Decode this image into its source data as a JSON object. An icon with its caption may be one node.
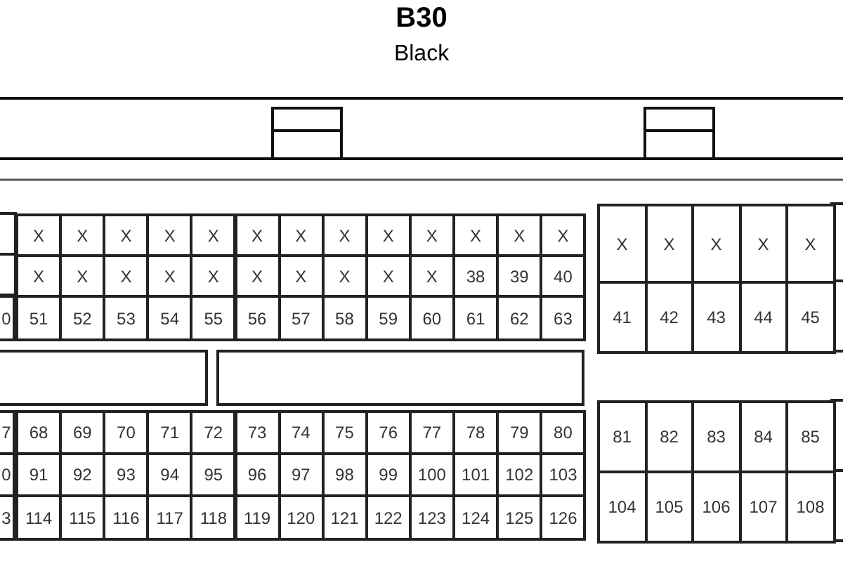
{
  "diagram": {
    "title": "B30",
    "labels": [
      "Black",
      "X",
      "X",
      "X",
      "X",
      "X",
      "X",
      "X",
      "X",
      "X",
      "X",
      "X",
      "X",
      "X",
      "X",
      "X",
      "X",
      "X",
      "X",
      "X",
      "X",
      "X",
      "X",
      "X",
      "38",
      "39",
      "40",
      "0",
      "51",
      "52",
      "53",
      "54",
      "55",
      "56",
      "57",
      "58",
      "59",
      "60",
      "61",
      "62",
      "63",
      "7",
      "68",
      "69",
      "70",
      "71",
      "72",
      "73",
      "74",
      "75",
      "76",
      "77",
      "78",
      "79",
      "80",
      "0",
      "91",
      "92",
      "93",
      "94",
      "95",
      "96",
      "97",
      "98",
      "99",
      "100",
      "101",
      "102",
      "103",
      "3",
      "114",
      "115",
      "116",
      "117",
      "118",
      "119",
      "120",
      "121",
      "122",
      "123",
      "124",
      "125",
      "126",
      "X",
      "X",
      "X",
      "X",
      "X",
      "41",
      "42",
      "43",
      "44",
      "45",
      "81",
      "82",
      "83",
      "84",
      "85",
      "104",
      "105",
      "106",
      "107",
      "108"
    ]
  }
}
